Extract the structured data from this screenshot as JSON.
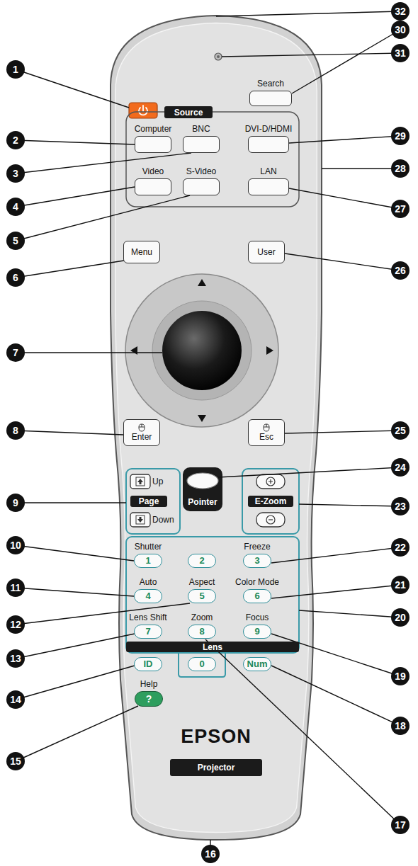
{
  "diagram": {
    "nodes": [
      {
        "text": [
          "Search"
        ]
      },
      {
        "text": [
          "Source"
        ]
      },
      {
        "text": [
          "Computer"
        ]
      },
      {
        "text": [
          "BNC"
        ]
      },
      {
        "text": [
          "DVI-D/HDMI"
        ]
      },
      {
        "text": [
          "Video"
        ]
      },
      {
        "text": [
          "S-Video"
        ]
      },
      {
        "text": [
          "LAN"
        ]
      },
      {
        "text": [
          "Menu"
        ]
      },
      {
        "text": [
          "User"
        ]
      },
      {
        "text": [
          "Enter"
        ]
      },
      {
        "text": [
          "Esc"
        ]
      },
      {
        "text": [
          "Page"
        ]
      },
      {
        "text": [
          "Pointer"
        ]
      },
      {
        "text": [
          "E-Zoom"
        ]
      },
      {
        "text": [
          "Shutter",
          "1"
        ]
      },
      {
        "text": [
          "2"
        ]
      },
      {
        "text": [
          "Freeze",
          "3"
        ]
      },
      {
        "text": [
          "Auto",
          "4"
        ]
      },
      {
        "text": [
          "Aspect",
          "5"
        ]
      },
      {
        "text": [
          "Color Mode",
          "6"
        ]
      },
      {
        "text": [
          "Lens Shift",
          "7"
        ]
      },
      {
        "text": [
          "Zoom",
          "8"
        ]
      },
      {
        "text": [
          "Focus",
          "9"
        ]
      },
      {
        "text": [
          "Lens"
        ]
      },
      {
        "text": [
          "0"
        ]
      },
      {
        "text": [
          "ID"
        ]
      },
      {
        "text": [
          "Num"
        ]
      },
      {
        "text": [
          "Help",
          "?"
        ]
      },
      {
        "text": [
          "Projector"
        ]
      }
    ],
    "labels": [
      "EPSON",
      "Up",
      "Down",
      "1",
      "2",
      "3",
      "4",
      "5",
      "6",
      "7",
      "8",
      "9",
      "10",
      "11",
      "12",
      "13",
      "14",
      "15",
      "16",
      "17",
      "18",
      "19",
      "20",
      "21",
      "22",
      "23",
      "24",
      "25",
      "26",
      "27",
      "28",
      "29",
      "30",
      "31",
      "32"
    ]
  }
}
